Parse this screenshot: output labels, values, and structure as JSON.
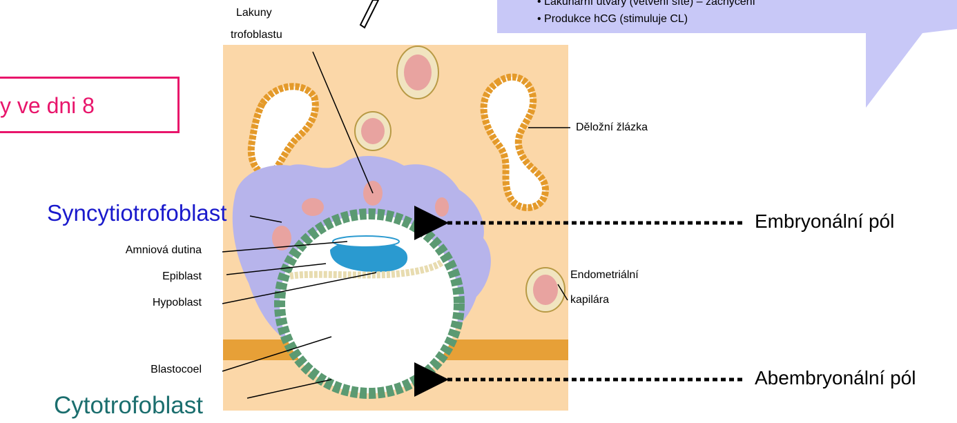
{
  "callout": {
    "line1": "• Lakunární útvary (větvení sítě) – zachycení",
    "line2": "• Produkce hCG (stimuluje CL)"
  },
  "title": {
    "partial_text": "y ve dni 8"
  },
  "labels": {
    "lakuny": [
      "Lakuny",
      "trofoblastu"
    ],
    "delozni_zlazka": "Děložní žlázka",
    "syncytiotrofoblast": "Syncytiotrofoblast",
    "amniova_dutina": "Amniová dutina",
    "epiblast": "Epiblast",
    "hypoblast": "Hypoblast",
    "endometrialni_kapilara": [
      "Endometriální",
      "kapilára"
    ],
    "blastocoel": "Blastocoel",
    "cytotrofoblast": "Cytotrofoblast",
    "embryonalni_pol": "Embryonální pól",
    "abembryonalni_pol": "Abembryonální pól"
  },
  "colors": {
    "endometrium": "#fbd7a8",
    "syncytium": "#b7b4eb",
    "cytotrophoblast": "#5b9a72",
    "amnion": "#2a9ad0",
    "callout": "#c8c8f7",
    "title_border": "#e8156b"
  }
}
